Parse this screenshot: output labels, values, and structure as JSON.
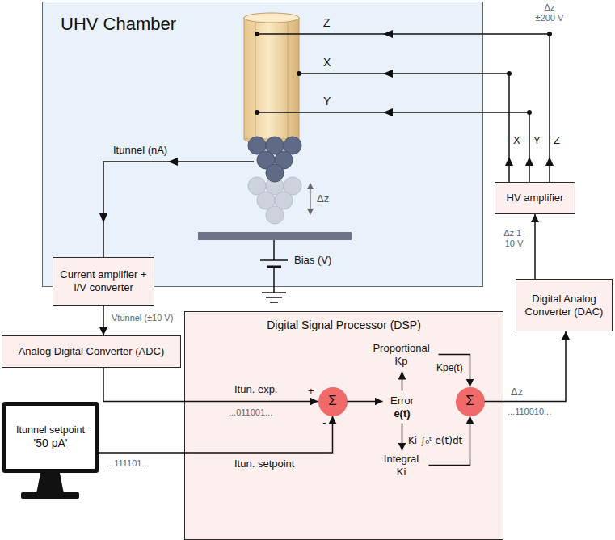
{
  "diagram": {
    "nodes": [
      {
        "text": [
          "UHV Chamber"
        ]
      },
      {
        "text": [
          "Current amplifier + I/V converter"
        ]
      },
      {
        "text": [
          "Analog Digital Converter (ADC)"
        ]
      },
      {
        "text": [
          "Itunnel setpoint",
          "'50 pA'"
        ]
      },
      {
        "text": [
          "Digital Signal Processor (DSP)"
        ]
      },
      {
        "text": [
          "Σ"
        ],
        "in": 4
      },
      {
        "text": [
          "Error",
          "e(t)"
        ],
        "in": 4
      },
      {
        "text": [
          "Proportional",
          "Kp"
        ],
        "in": 4
      },
      {
        "text": [
          "Integral",
          "Ki"
        ],
        "in": 4
      },
      {
        "text": [
          "Σ"
        ],
        "in": 4
      },
      {
        "text": [
          "Digital Analog Converter (DAC)"
        ]
      },
      {
        "text": [
          "HV amplifier"
        ]
      }
    ],
    "edges": [
      {
        "from": 1,
        "to": 2,
        "arrow": "to",
        "label": "Vtunnel (±10 V)"
      },
      {
        "from": 2,
        "to": 5,
        "arrow": "to",
        "label": "...011001..."
      },
      {
        "from": 3,
        "to": 5,
        "arrow": "to",
        "label": "...111101..."
      },
      {
        "from": 5,
        "to": 6,
        "arrow": "to"
      },
      {
        "from": 6,
        "to": 7,
        "arrow": "to"
      },
      {
        "from": 6,
        "to": 8,
        "arrow": "to"
      },
      {
        "from": 7,
        "to": 9,
        "arrow": "to",
        "label": "Kpe(t)"
      },
      {
        "from": 8,
        "to": 9,
        "arrow": "to",
        "label": "Ki ∫₀ᵗ e(t)dt"
      },
      {
        "from": 9,
        "to": 10,
        "arrow": "to"
      },
      {
        "from": 10,
        "to": 11,
        "arrow": "to"
      }
    ],
    "labels": [
      "Z",
      "X",
      "Y",
      "Δz ±200 V",
      "X",
      "Y",
      "Z",
      "Itunnel (nA)",
      "Δz",
      "Bias (V)",
      "Δz 1-10 V",
      "Itun. exp.",
      "+",
      "-",
      "Itun. setpoint",
      "Δz",
      "...110010..."
    ]
  }
}
